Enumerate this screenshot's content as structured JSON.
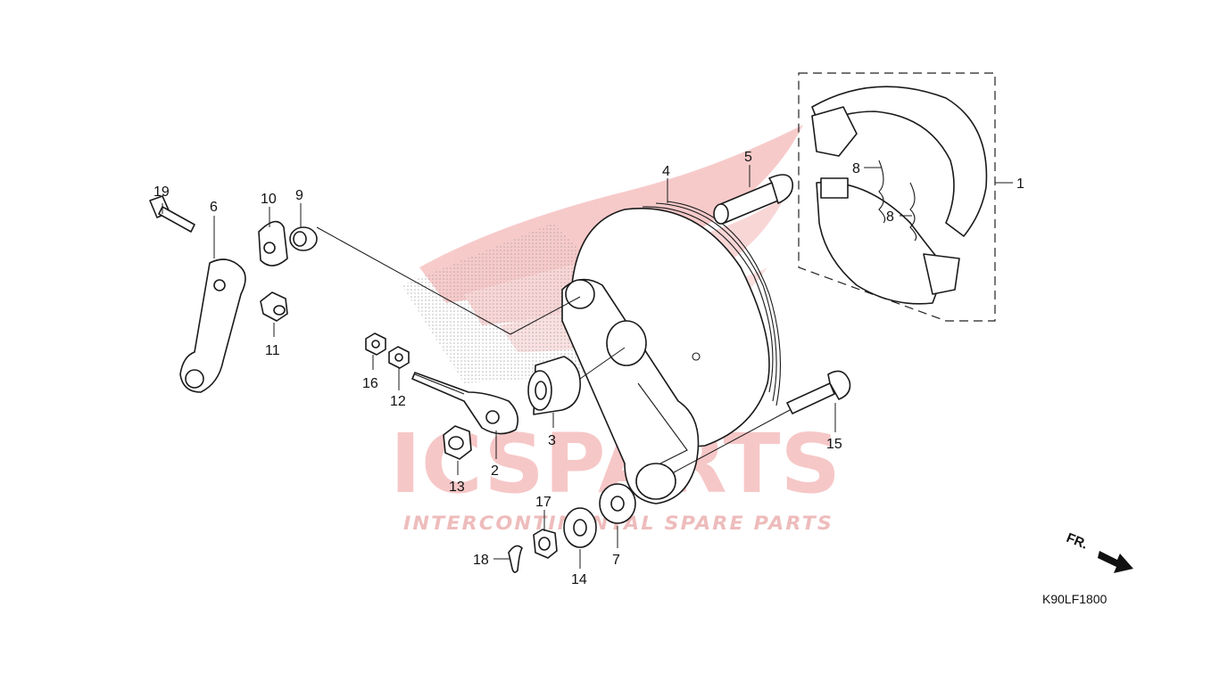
{
  "watermark": {
    "brand": "ICSPARTS",
    "tagline": "INTERCONTINENTAL SPARE PARTS",
    "brand_color": "#e23a3a",
    "grey_color": "#c8c8c8"
  },
  "diagram_code": "K90LF1800",
  "direction_label": "FR.",
  "callouts": {
    "c1": "1",
    "c2": "2",
    "c3": "3",
    "c4": "4",
    "c5": "5",
    "c6": "6",
    "c7": "7",
    "c8a": "8",
    "c8b": "8",
    "c9": "9",
    "c10": "10",
    "c11": "11",
    "c12": "12",
    "c13": "13",
    "c14": "14",
    "c15": "15",
    "c16": "16",
    "c17": "17",
    "c18": "18",
    "c19": "19"
  }
}
